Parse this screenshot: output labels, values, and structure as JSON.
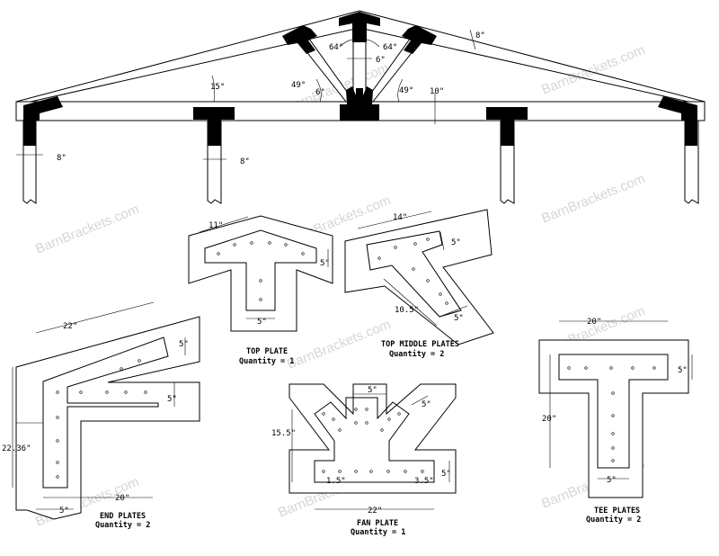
{
  "watermark": "BarnBrackets.com",
  "truss": {
    "pitch_angle": "15°",
    "top_angle_left": "64°",
    "top_angle_right": "64°",
    "web_angle_left": "49°",
    "web_angle_right": "49°",
    "web_width_left": "6\"",
    "web_width_center": "6\"",
    "web_width_right": "8\"",
    "tie_depth": "10\"",
    "post_width_left": "8\"",
    "post_width_mid": "8\""
  },
  "top_plate": {
    "dim_arm": "11\"",
    "dim_height": "5\"",
    "dim_stem": "5\"",
    "title": "TOP PLATE",
    "quantity": "Quantity = 1"
  },
  "top_middle_plates": {
    "dim_top": "14\"",
    "dim_height": "5\"",
    "dim_diag": "10.5\"",
    "dim_web": "5\"",
    "title": "TOP MIDDLE PLATES",
    "quantity": "Quantity = 2"
  },
  "end_plates": {
    "dim_rafter": "22\"",
    "dim_rafter_w": "5\"",
    "dim_tie_w": "5\"",
    "dim_post": "22.36\"",
    "dim_bottom": "20\"",
    "dim_post_w": "5\"",
    "title": "END PLATES",
    "quantity": "Quantity = 2"
  },
  "fan_plate": {
    "dim_center": "5\"",
    "dim_web": "5\"",
    "dim_height": "15.5\"",
    "dim_left": "1.5\"",
    "dim_right": "3.5\"",
    "dim_base_h": "5\"",
    "dim_base": "22\"",
    "title": "FAN PLATE",
    "quantity": "Quantity = 1"
  },
  "tee_plates": {
    "dim_top": "20\"",
    "dim_arm": "5\"",
    "dim_height": "20\"",
    "dim_stem": "5\"",
    "title": "TEE PLATES",
    "quantity": "Quantity = 2"
  }
}
